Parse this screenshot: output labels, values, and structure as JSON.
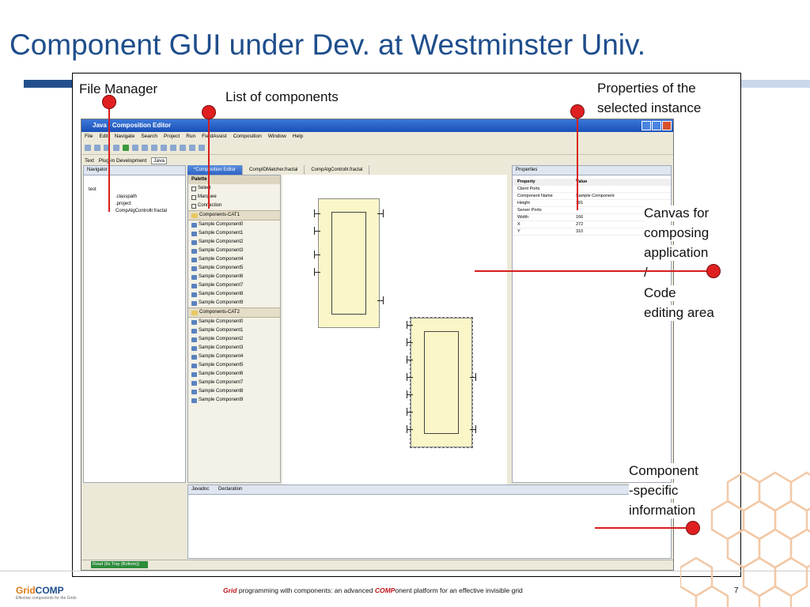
{
  "slide": {
    "title": "Component GUI under Dev. at Westminster Univ.",
    "page_number": "7"
  },
  "annotations": {
    "file_manager": "File Manager",
    "list_of_components": "List of components",
    "properties_line1": "Properties of the",
    "properties_line2": "selected instance",
    "canvas_line1": "Canvas for",
    "canvas_line2": "composing",
    "canvas_line3": "application",
    "canvas_line4": "/",
    "canvas_line5": "Code",
    "canvas_line6": "editing area",
    "component_line1": "Component",
    "component_line2": "-specific",
    "component_line3": "information"
  },
  "eclipse": {
    "window_title": "Java - Composition Editor",
    "menu": [
      "File",
      "Edit",
      "Navigate",
      "Search",
      "Project",
      "Run",
      "FieldAssist",
      "Composition",
      "Window",
      "Help"
    ],
    "perspectives": [
      "Text",
      "Plug-in Development",
      "Java"
    ],
    "navigator": {
      "tab": "Navigator",
      "root": "test",
      "files": [
        ".classpath",
        ".project",
        "CompAlgControllr.fractal"
      ]
    },
    "editor_tabs": [
      "*Composition Editor",
      "CompIDMatcher.fractal",
      "CompAlgControllr.fractal"
    ],
    "palette": {
      "title": "Palette",
      "tools": [
        "Select",
        "Marquee",
        "Connection"
      ],
      "categories": [
        {
          "name": "Components-CAT1",
          "items": [
            "Sample Component0",
            "Sample Component1",
            "Sample Component2",
            "Sample Component3",
            "Sample Component4",
            "Sample Component5",
            "Sample Component6",
            "Sample Component7",
            "Sample Component8",
            "Sample Component9"
          ]
        },
        {
          "name": "Components-CAT2",
          "items": [
            "Sample Component0",
            "Sample Component1",
            "Sample Component2",
            "Sample Component3",
            "Sample Component4",
            "Sample Component5",
            "Sample Component6",
            "Sample Component7",
            "Sample Component8",
            "Sample Component9"
          ]
        }
      ]
    },
    "properties": {
      "tab": "Properties",
      "col_property": "Property",
      "col_value": "Value",
      "rows": [
        {
          "k": "Client Ports",
          "v": ""
        },
        {
          "k": "Component Name",
          "v": "Sample Component"
        },
        {
          "k": "Height",
          "v": "181"
        },
        {
          "k": "Server Ports",
          "v": ""
        },
        {
          "k": "Width",
          "v": "166"
        },
        {
          "k": "X",
          "v": "272"
        },
        {
          "k": "Y",
          "v": "310"
        }
      ]
    },
    "bottom_tabs": [
      "Javadoc",
      "Declaration"
    ],
    "status": "Read (Its Tray (Bottom))"
  },
  "footer": {
    "logo_grid": "Grid",
    "logo_comp": "COMP",
    "logo_tagline": "Effective components for the Grids",
    "text_em1": "Grid",
    "text_mid": " programming with components: an advanced ",
    "text_em2": "COMP",
    "text_end": "onent platform for an effective invisible grid"
  },
  "colors": {
    "title": "#1f4e8c",
    "annotation_red": "#e02020",
    "component_fill": "#fbf6c8"
  }
}
